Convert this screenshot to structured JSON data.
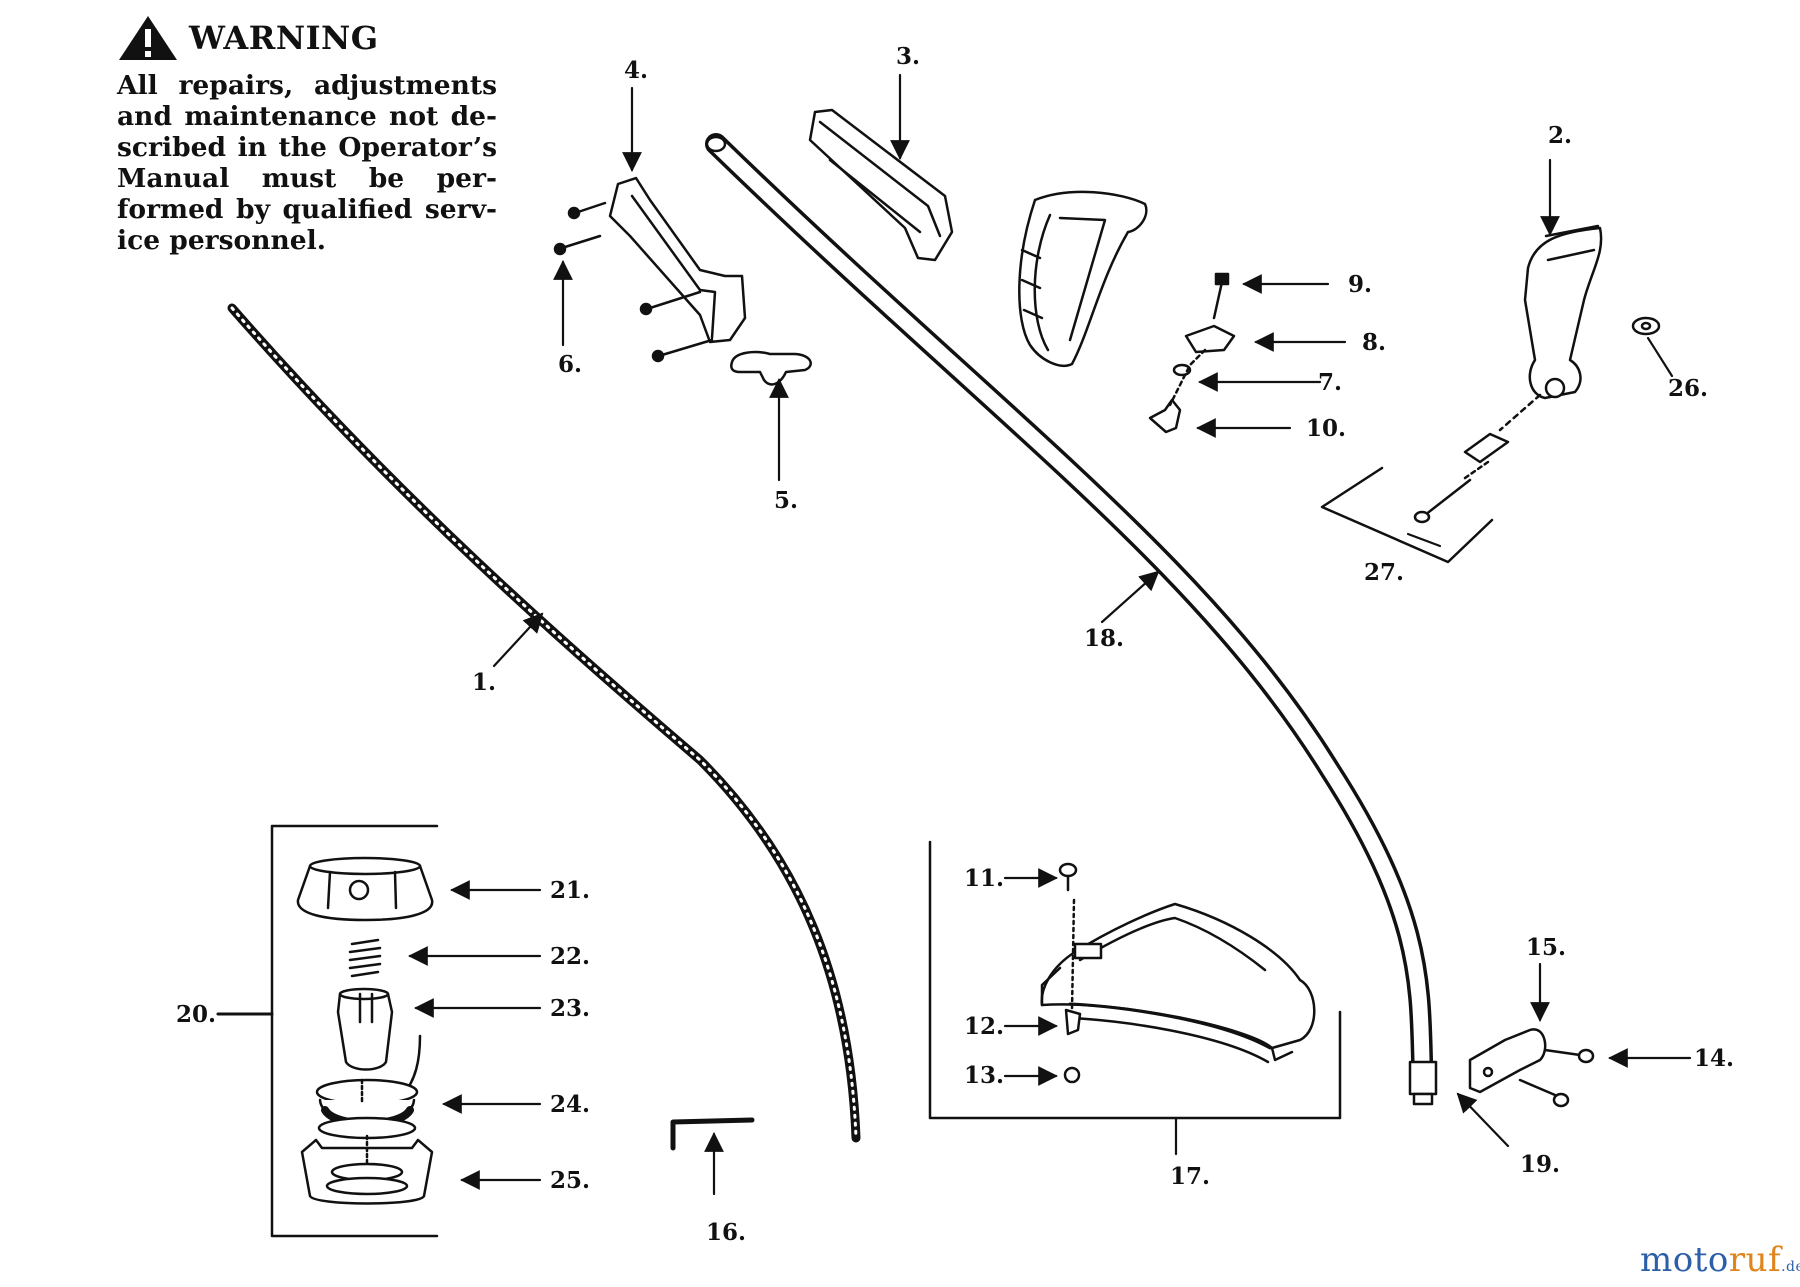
{
  "warning": {
    "heading": "WARNING",
    "text": "All repairs, adjustments and maintenance not de-scribed in the Operator’s Manual must be per-formed by qualified serv-ice personnel.",
    "icon": "warning-triangle-icon"
  },
  "callouts": [
    {
      "id": "1",
      "label": "1."
    },
    {
      "id": "2",
      "label": "2."
    },
    {
      "id": "3",
      "label": "3."
    },
    {
      "id": "4",
      "label": "4."
    },
    {
      "id": "5",
      "label": "5."
    },
    {
      "id": "6",
      "label": "6."
    },
    {
      "id": "7",
      "label": "7."
    },
    {
      "id": "8",
      "label": "8."
    },
    {
      "id": "9",
      "label": "9."
    },
    {
      "id": "10",
      "label": "10."
    },
    {
      "id": "11",
      "label": "11."
    },
    {
      "id": "12",
      "label": "12."
    },
    {
      "id": "13",
      "label": "13."
    },
    {
      "id": "14",
      "label": "14."
    },
    {
      "id": "15",
      "label": "15."
    },
    {
      "id": "16",
      "label": "16."
    },
    {
      "id": "17",
      "label": "17."
    },
    {
      "id": "18",
      "label": "18."
    },
    {
      "id": "19",
      "label": "19."
    },
    {
      "id": "20",
      "label": "20."
    },
    {
      "id": "21",
      "label": "21."
    },
    {
      "id": "22",
      "label": "22."
    },
    {
      "id": "23",
      "label": "23."
    },
    {
      "id": "24",
      "label": "24."
    },
    {
      "id": "25",
      "label": "25."
    },
    {
      "id": "26",
      "label": "26."
    },
    {
      "id": "27",
      "label": "27."
    }
  ],
  "watermark": {
    "part1": "moto",
    "part2": "ruf",
    "part3": ".de"
  },
  "colors": {
    "ink": "#111111",
    "logo_blue": "#2b5fa8",
    "logo_orange": "#e0841b"
  }
}
